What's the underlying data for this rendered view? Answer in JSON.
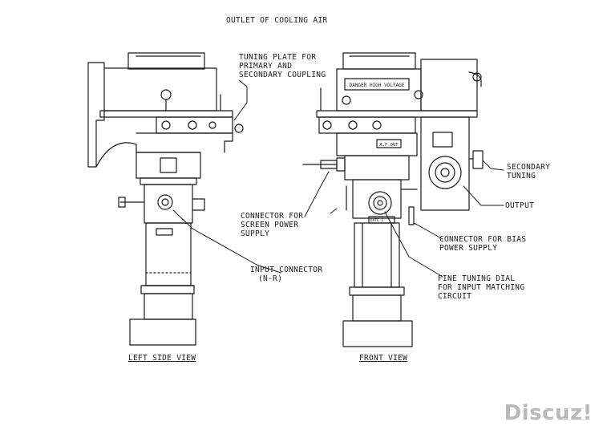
{
  "labels": {
    "outlet": "OUTLET OF COOLING AIR",
    "tuning_plate_1": "TUNING PLATE FOR",
    "tuning_plate_2": "PRIMARY AND",
    "tuning_plate_3": "SECONDARY COUPLING",
    "secondary_tuning_1": "SECONDARY",
    "secondary_tuning_2": "TUNING",
    "output": "OUTPUT",
    "screen_conn_1": "CONNECTOR FOR",
    "screen_conn_2": "SCREEN POWER",
    "screen_conn_3": "SUPPLY",
    "bias_conn_1": "CONNECTOR FOR BIAS",
    "bias_conn_2": "POWER SUPPLY",
    "input_conn_1": "INPUT CONNECTOR",
    "input_conn_2": "(N-R)",
    "fine_tuning_1": "FINE TUNING DIAL",
    "fine_tuning_2": "FOR INPUT MATCHING",
    "fine_tuning_3": "CIRCUIT"
  },
  "captions": {
    "left_view": "LEFT SIDE VIEW",
    "front_view": "FRONT VIEW"
  },
  "plate_texts": {
    "danger": "DANGER HIGH VOLTAGE",
    "rf_out": "R.F.OUT",
    "front_small": "DATE 1"
  },
  "watermark": "Discuz!",
  "colors": {
    "ink": "#1a1a1a",
    "paper": "#ffffff",
    "watermark": "#b9b9b9"
  }
}
